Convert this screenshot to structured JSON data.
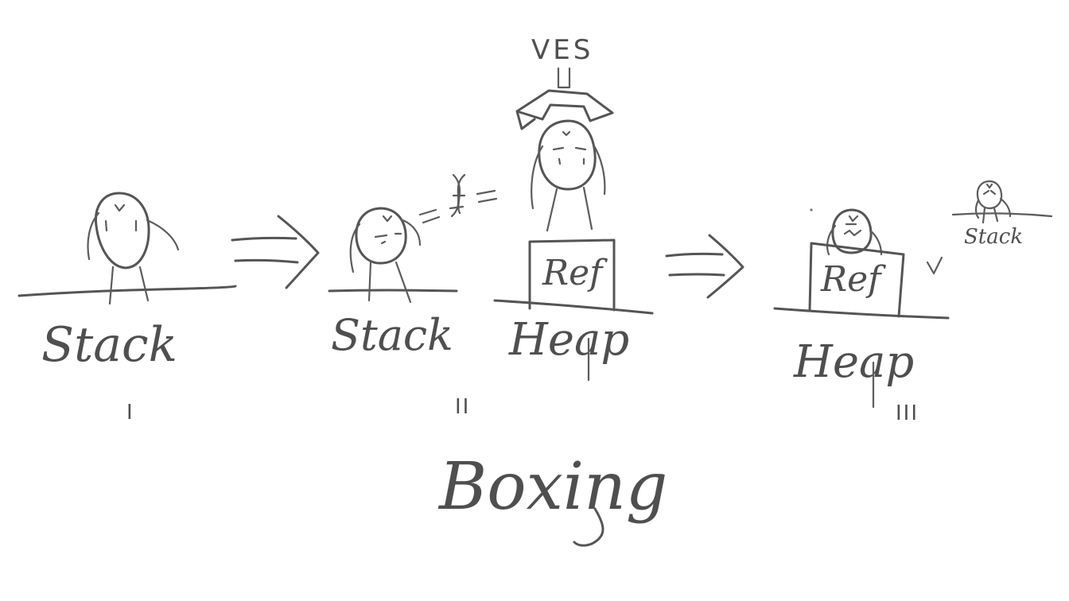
{
  "diagram": {
    "title": "Boxing",
    "panels": [
      {
        "numeral": "I",
        "labels": [
          "Stack"
        ]
      },
      {
        "numeral": "II",
        "labels": [
          "Stack",
          "Heap"
        ],
        "box_text": "Ref",
        "callout": "VES"
      },
      {
        "numeral": "III",
        "labels": [
          "Heap"
        ],
        "box_text": "Ref",
        "mini_label": "Stack"
      }
    ],
    "colors": {
      "ink": "#555555",
      "background": "#ffffff"
    }
  }
}
